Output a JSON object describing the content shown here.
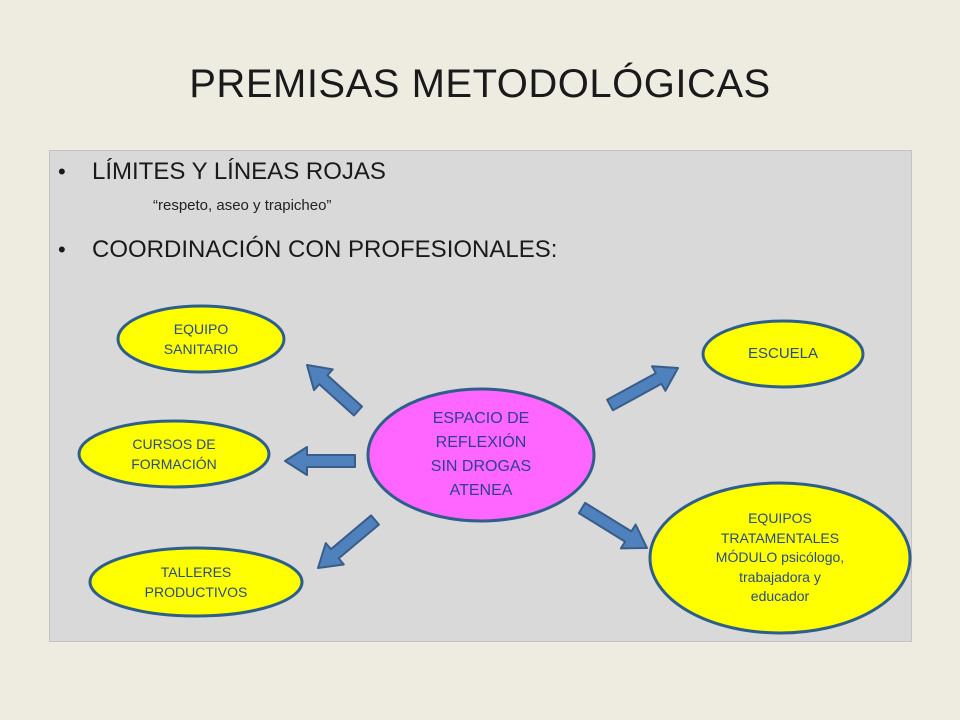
{
  "title": "PREMISAS METODOLÓGICAS",
  "bullets": [
    {
      "text": "LÍMITES Y LÍNEAS ROJAS",
      "sub": "“respeto, aseo y trapicheo”"
    },
    {
      "text": "COORDINACIÓN CON PROFESIONALES:"
    }
  ],
  "diagram": {
    "center": {
      "label": "ESPACIO DE\nREFLEXIÓN\nSIN DROGAS\nATENEA"
    },
    "nodes": {
      "sanitario": "EQUIPO\nSANITARIO",
      "cursos": "CURSOS DE\nFORMACIÓN",
      "talleres": "TALLERES\nPRODUCTIVOS",
      "escuela": "ESCUELA",
      "equipos": "EQUIPOS\nTRATAMENTALES\nMÓDULO  psicólogo,\ntrabajadora y\neducador"
    },
    "colors": {
      "center_fill": "#ff66ff",
      "node_fill": "#ffff00",
      "outline": "#2e5f8a",
      "arrow_fill": "#4f81bd",
      "arrow_stroke": "#385d8a"
    }
  }
}
